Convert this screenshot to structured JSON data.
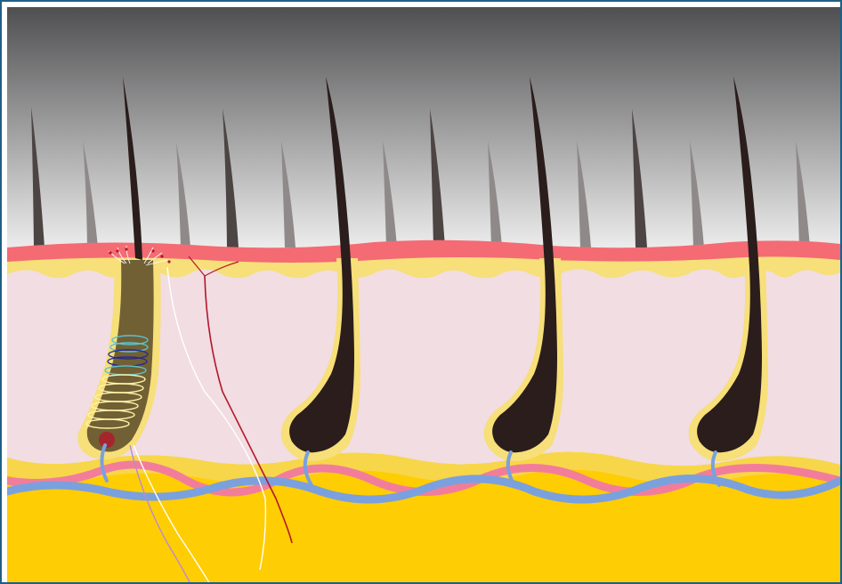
{
  "diagram": {
    "subject": "",
    "colors": {
      "frame_border": "#1f5f86",
      "sky_top": "#4f4f51",
      "sky_bottom": "#e9e9ea",
      "epidermis": "#f46b73",
      "epidermis_dark": "#e95262",
      "basal_layer": "#f7df79",
      "dermis": "#f1dde2",
      "subcutis": "#ffcd03",
      "subcutis_band": "#f8d64a",
      "hair_dark": "#2a1d1b",
      "hair_short": "#4d4444",
      "hair_short_light": "#8f8a89",
      "follicle_sheath": "#f7df79",
      "follicle_transparent": "#5f4e2a",
      "artery": "#f27d9b",
      "vein": "#7aa1de",
      "nerve_red": "#b3162a",
      "nerve_white": "#ffffff",
      "nerve_purple": "#b98ad6",
      "nerve_coil_cyan": "#5cc1d3",
      "nerve_coil_navy": "#2a2a8a",
      "nerve_coil_yellow": "#fff3a8"
    },
    "icons": [
      "hair-follicle-icon",
      "blood-vessel-icon",
      "nerve-ending-icon"
    ],
    "layers": [
      "epidermis",
      "dermis",
      "hypodermis"
    ]
  }
}
